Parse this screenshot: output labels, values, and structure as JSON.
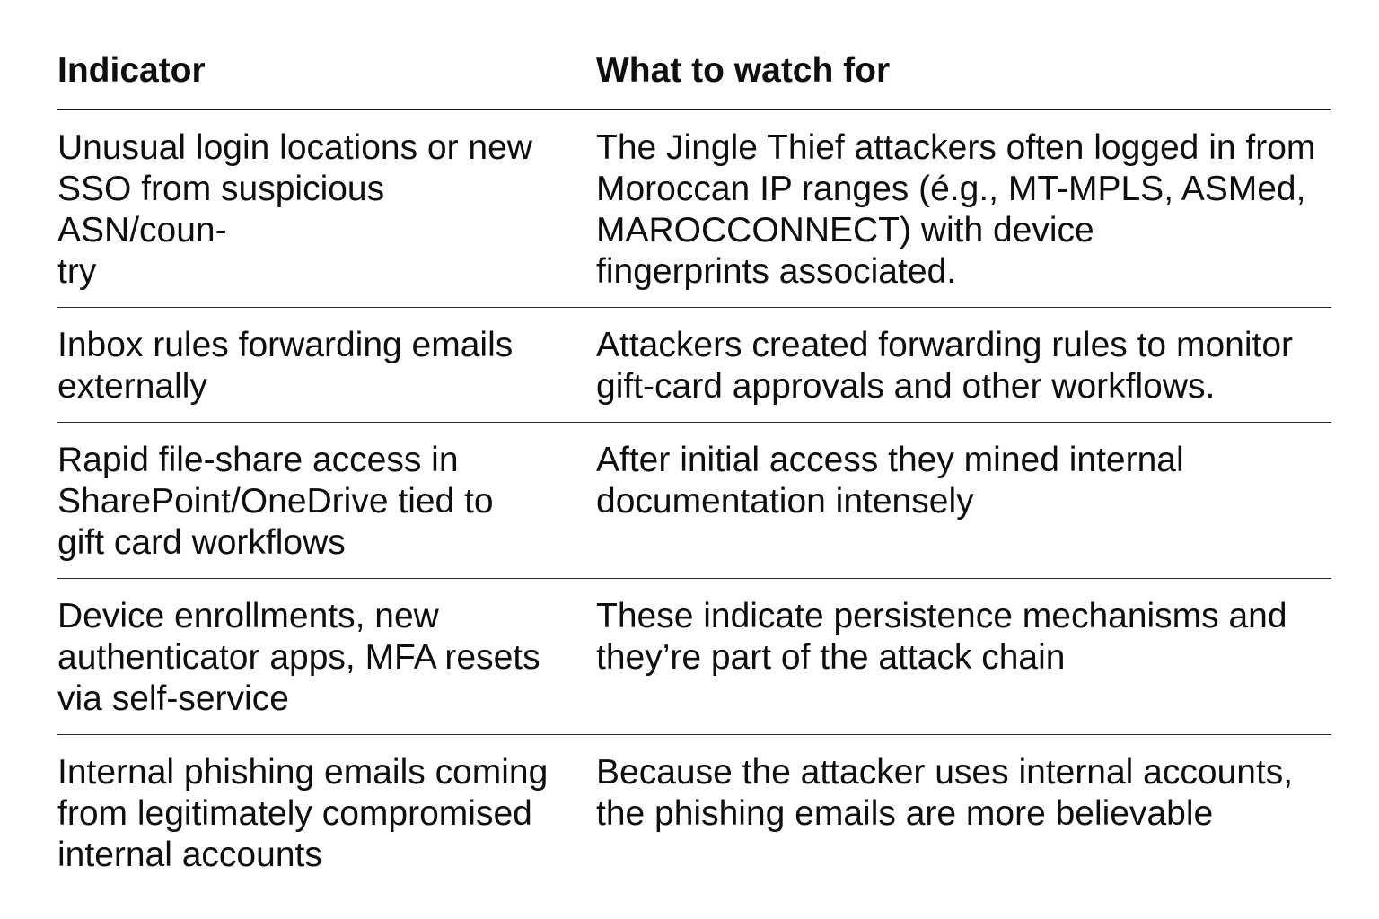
{
  "page": {
    "background_color": "#ffffff",
    "text_color": "#0e0e0e",
    "header_rule_color": "#161616",
    "row_rule_color": "#2b2b2b"
  },
  "table": {
    "headers": [
      {
        "label": "Indicator"
      },
      {
        "label": "What to watch for"
      }
    ],
    "rows": [
      {
        "indicator": "Unusual login locations or new\nSSO from suspicious ASN/coun-\ntry",
        "watch": "The Jingle Thief attackers often logged in from\nMoroccan IP ranges (é.g., MT-MPLS, ASMed,\nMAROCCONNECT) with device\nfingerprints associated."
      },
      {
        "indicator": "Inbox rules forwarding emails\nexternally",
        "watch": "Attackers created forwarding rules to monitor\ngift-card approvals and other workflows."
      },
      {
        "indicator": "Rapid file-share access in\nSharePoint/OneDrive tied to\ngift card workflows",
        "watch": "After initial access they mined internal\ndocumentation intensely"
      },
      {
        "indicator": "Device enrollments, new\nauthenticator apps, MFA resets\nvia self-service",
        "watch": "These indicate persistence mechanisms and\nthey’re part of the attack chain"
      },
      {
        "indicator": "Internal phishing emails coming\nfrom legitimately compromised\ninternal accounts",
        "watch": "Because the attacker uses internal accounts,\nthe phishing emails are more believable"
      }
    ]
  }
}
